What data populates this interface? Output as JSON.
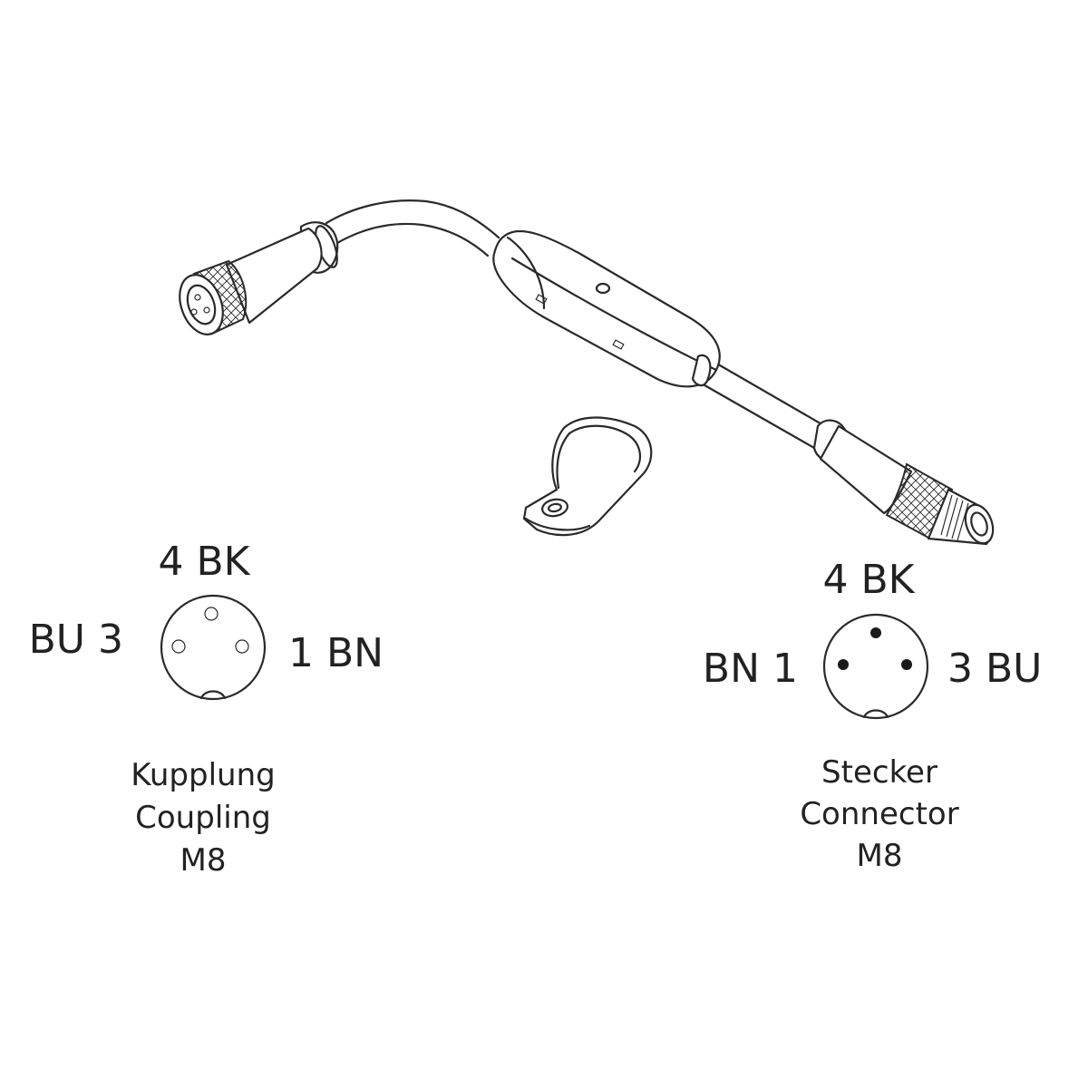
{
  "coupling": {
    "pin_top": "4 BK",
    "pin_left": "BU 3",
    "pin_right": "1 BN",
    "caption_de": "Kupplung",
    "caption_en": "Coupling",
    "caption_type": "M8"
  },
  "connector": {
    "pin_top": "4 BK",
    "pin_left": "BN 1",
    "pin_right": "3 BU",
    "caption_de": "Stecker",
    "caption_en": "Connector",
    "caption_type": "M8"
  },
  "colors": {
    "line": "#2a2a2a",
    "text": "#222222",
    "background": "#ffffff"
  }
}
